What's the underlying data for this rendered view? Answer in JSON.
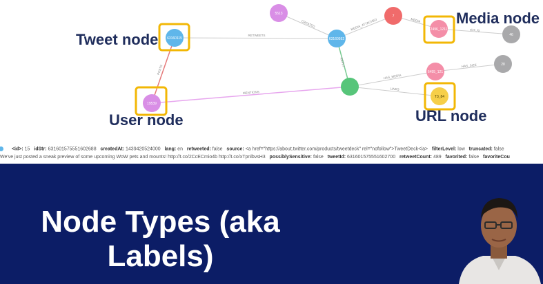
{
  "graph": {
    "nodes": [
      {
        "id": "tweet",
        "label": "63160115",
        "color": "#5fb6ea"
      },
      {
        "id": "user",
        "label": "19539",
        "color": "#d98ee6"
      },
      {
        "id": "source",
        "label": "5513",
        "color": "#d98ee6"
      },
      {
        "id": "tweet2",
        "label": "63160592",
        "color": "#5fb6ea"
      },
      {
        "id": "red",
        "label": "7",
        "color": "#f06b6b"
      },
      {
        "id": "media",
        "label": "2496_1211",
        "color": "#f48ea8"
      },
      {
        "id": "size1",
        "label": "46",
        "color": "#a9a9ab"
      },
      {
        "id": "green",
        "label": "",
        "color": "#57c57a"
      },
      {
        "id": "media2",
        "label": "6495_121",
        "color": "#f48ea8"
      },
      {
        "id": "size2",
        "label": "28",
        "color": "#a9a9ab"
      },
      {
        "id": "url",
        "label": "T3_84",
        "color": "#f6cf49"
      }
    ],
    "edges": [
      {
        "label": "RETWEETS"
      },
      {
        "label": "CREATED"
      },
      {
        "label": "MEDIA_ATTACHED"
      },
      {
        "label": "MEDIA"
      },
      {
        "label": "size_lg"
      },
      {
        "label": "POSTS"
      },
      {
        "label": "MENTIONS"
      },
      {
        "label": "REPLY"
      },
      {
        "label": "HAS_MEDIA"
      },
      {
        "label": "LINKS"
      },
      {
        "label": "HAS_SIZE"
      }
    ],
    "highlight_color": "#f2b705",
    "callouts": {
      "tweet": "Tweet node",
      "media": "Media node",
      "user": "User node",
      "url": "URL node"
    }
  },
  "properties": {
    "line1": [
      {
        "key": "<id>:",
        "value": "15"
      },
      {
        "key": "idStr:",
        "value": "631601575551602688"
      },
      {
        "key": "createdAt:",
        "value": "1439420524000"
      },
      {
        "key": "lang:",
        "value": "en"
      },
      {
        "key": "retweeted:",
        "value": "false"
      },
      {
        "key": "source:",
        "value": "<a href=\"https://about.twitter.com/products/tweetdeck\" rel=\"nofollow\">TweetDeck</a>"
      },
      {
        "key": "filterLevel:",
        "value": "low"
      },
      {
        "key": "truncated:",
        "value": "false"
      }
    ],
    "line2_text": "We've just posted a sneak preview of some upcoming WoW pets and mounts! http://t.co/2CcECmio4b http://t.co/xTpnlbvsH3",
    "line2": [
      {
        "key": "possiblySensitive:",
        "value": "false"
      },
      {
        "key": "tweetId:",
        "value": "631601575551602700"
      },
      {
        "key": "retweetCount:",
        "value": "489"
      },
      {
        "key": "favorited:",
        "value": "false"
      },
      {
        "key": "favoriteCou",
        "value": ""
      }
    ]
  },
  "slide": {
    "title_line1": "Node Types (aka",
    "title_line2": "Labels)",
    "background": "#0c1d66"
  }
}
